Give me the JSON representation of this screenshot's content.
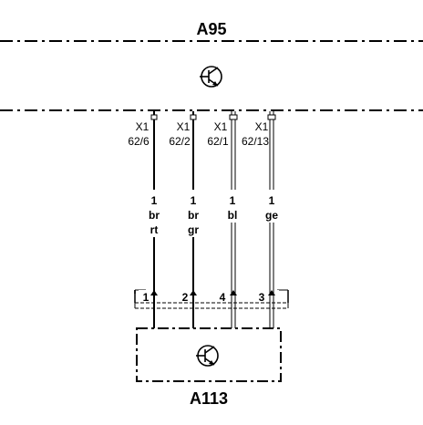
{
  "diagram": {
    "top_component": "A95",
    "bottom_component": "A113",
    "symbol": "transistor-circle-symbol",
    "wires": [
      {
        "connector": "X1",
        "terminal": "62/6",
        "wire_number": "1",
        "color_line1": "br",
        "color_line2": "rt",
        "pin": "1"
      },
      {
        "connector": "X1",
        "terminal": "62/2",
        "wire_number": "1",
        "color_line1": "br",
        "color_line2": "gr",
        "pin": "2"
      },
      {
        "connector": "X1",
        "terminal": "62/1",
        "wire_number": "1",
        "color_line1": "bl",
        "color_line2": "",
        "pin": "4"
      },
      {
        "connector": "X1",
        "terminal": "62/13",
        "wire_number": "1",
        "color_line1": "ge",
        "color_line2": "",
        "pin": "3"
      }
    ]
  }
}
